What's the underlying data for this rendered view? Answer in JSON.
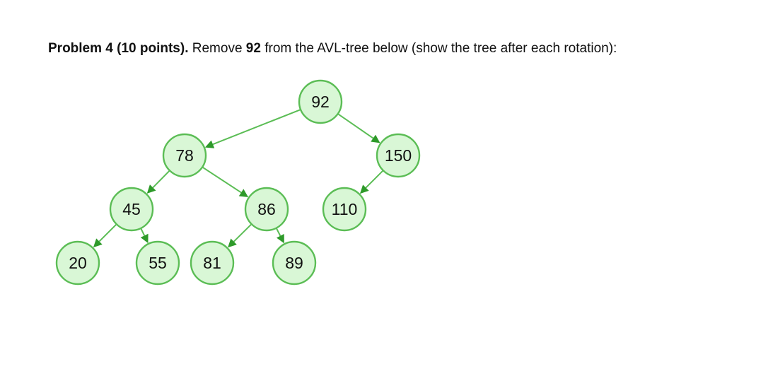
{
  "problem": {
    "title": "Problem 4 (10 points).",
    "text_before": " Remove ",
    "highlight_value": "92",
    "text_after": " from the AVL-tree below (show the tree after each rotation):"
  },
  "tree": {
    "nodes": [
      {
        "id": "92",
        "label": "92"
      },
      {
        "id": "78",
        "label": "78"
      },
      {
        "id": "150",
        "label": "150"
      },
      {
        "id": "45",
        "label": "45"
      },
      {
        "id": "86",
        "label": "86"
      },
      {
        "id": "110",
        "label": "110"
      },
      {
        "id": "20",
        "label": "20"
      },
      {
        "id": "55",
        "label": "55"
      },
      {
        "id": "81",
        "label": "81"
      },
      {
        "id": "89",
        "label": "89"
      }
    ],
    "edges": [
      {
        "from": "92",
        "to": "78"
      },
      {
        "from": "92",
        "to": "150"
      },
      {
        "from": "78",
        "to": "45"
      },
      {
        "from": "78",
        "to": "86"
      },
      {
        "from": "150",
        "to": "110"
      },
      {
        "from": "45",
        "to": "20"
      },
      {
        "from": "45",
        "to": "55"
      },
      {
        "from": "86",
        "to": "81"
      },
      {
        "from": "86",
        "to": "89"
      }
    ]
  }
}
